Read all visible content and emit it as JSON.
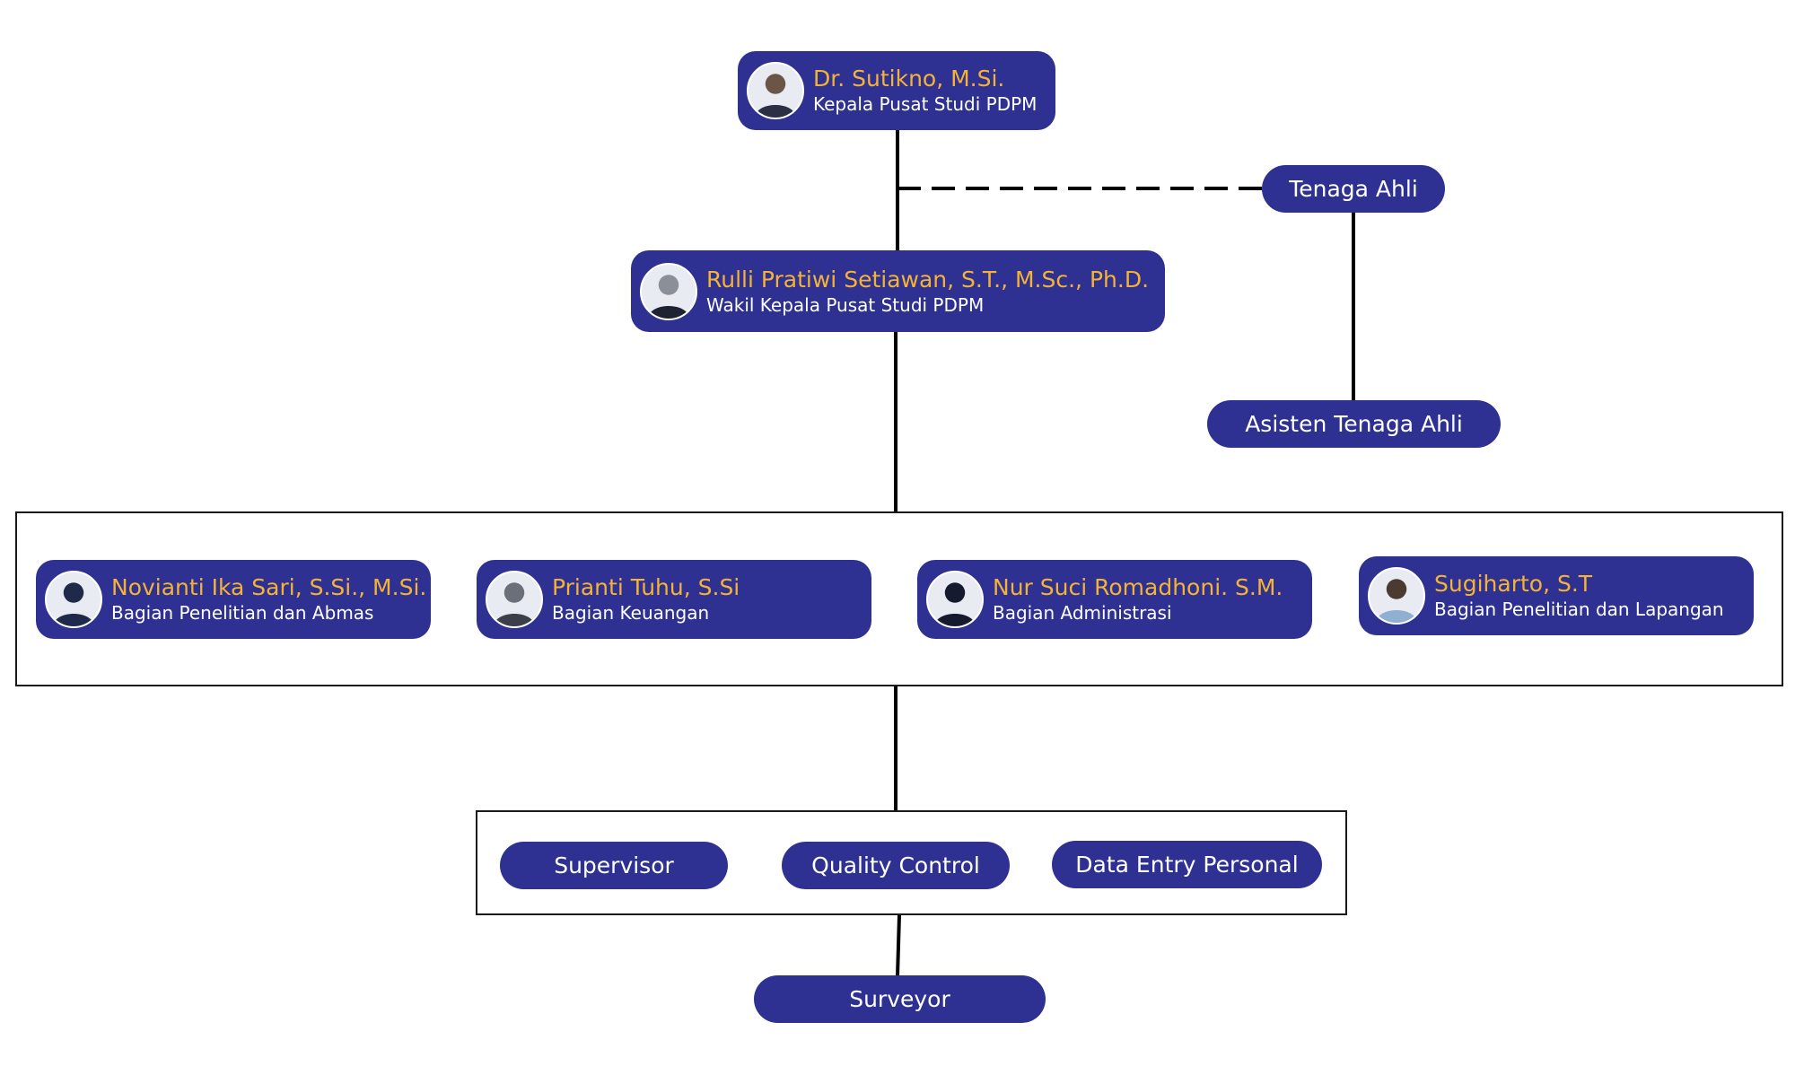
{
  "colors": {
    "node_bg": "#2e3192",
    "name_text": "#f5b335",
    "role_text": "#ffffff",
    "connector": "#000000"
  },
  "head": {
    "name": "Dr. Sutikno, M.Si.",
    "role": "Kepala Pusat Studi PDPM",
    "avatar_icon": "person-avatar-icon"
  },
  "deputy": {
    "name": "Rulli Pratiwi Setiawan, S.T., M.Sc., Ph.D.",
    "role": "Wakil Kepala Pusat Studi PDPM",
    "avatar_icon": "person-avatar-icon"
  },
  "expert": {
    "label": "Tenaga Ahli",
    "assistant_label": "Asisten Tenaga Ahli"
  },
  "divisions": [
    {
      "name": "Novianti Ika Sari, S.Si., M.Si.",
      "role": "Bagian Penelitian dan Abmas"
    },
    {
      "name": "Prianti Tuhu, S.Si",
      "role": "Bagian Keuangan"
    },
    {
      "name": "Nur Suci Romadhoni. S.M.",
      "role": "Bagian Administrasi"
    },
    {
      "name": "Sugiharto, S.T",
      "role": "Bagian Penelitian dan Lapangan"
    }
  ],
  "field_team": [
    "Supervisor",
    "Quality Control",
    "Data Entry Personal"
  ],
  "surveyor": {
    "label": "Surveyor"
  }
}
